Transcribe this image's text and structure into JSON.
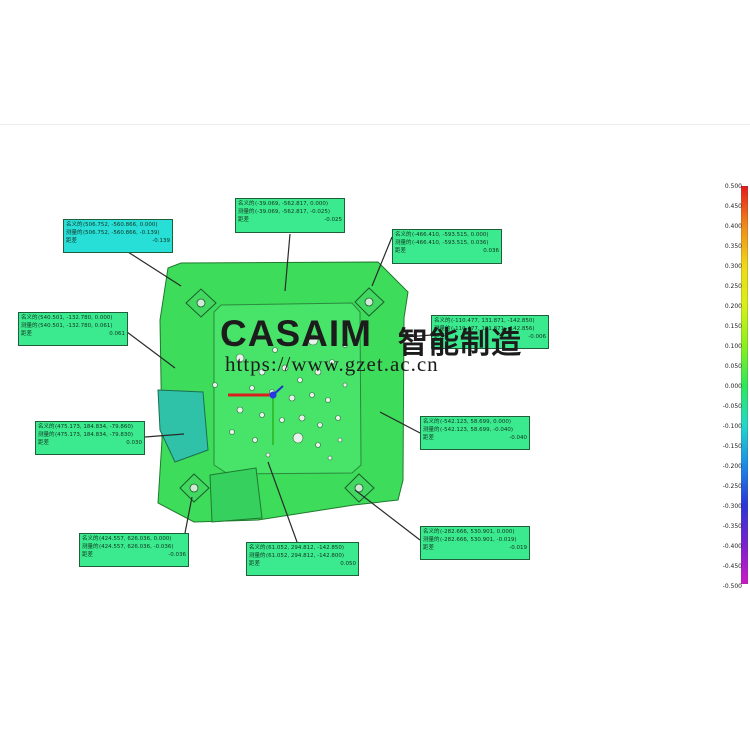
{
  "watermark": {
    "brand": "CASAIM",
    "cn": "智能制造",
    "url": "https://www.gzet.ac.cn"
  },
  "labels": {
    "nominal": "名义的",
    "measured": "测量的",
    "deviation": "距差"
  },
  "callouts": [
    {
      "nominal": "(506.752, -560.866, 0.000)",
      "measured": "(506.752, -560.866, -0.139)",
      "deviation": "-0.139"
    },
    {
      "nominal": "(-39.069, -562.817, 0.000)",
      "measured": "(-39.069, -562.817, -0.025)",
      "deviation": "-0.025"
    },
    {
      "nominal": "(-466.410, -593.515, 0.000)",
      "measured": "(-466.410, -593.515, 0.036)",
      "deviation": "0.036"
    },
    {
      "nominal": "(540.501, -132.780, 0.000)",
      "measured": "(540.501, -132.780, 0.061)",
      "deviation": "0.061"
    },
    {
      "nominal": "(-110.477, 131.871, -142.850)",
      "measured": "(-110.477, 131.871, -142.856)",
      "deviation": "-0.006"
    },
    {
      "nominal": "(475.173, 184.834, -79.860)",
      "measured": "(475.173, 184.834, -79.830)",
      "deviation": "0.030"
    },
    {
      "nominal": "(-542.123, 58.699, 0.000)",
      "measured": "(-542.123, 58.699, -0.040)",
      "deviation": "-0.040"
    },
    {
      "nominal": "(424.557, 626.036, 0.000)",
      "measured": "(424.557, 626.036, -0.036)",
      "deviation": "-0.036"
    },
    {
      "nominal": "(61.052, 294.812, -142.850)",
      "measured": "(61.052, 294.812, -142.800)",
      "deviation": "0.050"
    },
    {
      "nominal": "(-282.666, 530.901, 0.000)",
      "measured": "(-282.666, 530.901, -0.019)",
      "deviation": "-0.019"
    }
  ],
  "colorbar": {
    "ticks": [
      "0.500",
      "0.450",
      "0.400",
      "0.350",
      "0.300",
      "0.250",
      "0.200",
      "0.150",
      "0.100",
      "0.050",
      "0.000",
      "-0.050",
      "-0.100",
      "-0.150",
      "-0.200",
      "-0.250",
      "-0.300",
      "-0.350",
      "-0.400",
      "-0.450",
      "-0.500"
    ],
    "colors": [
      "#e8171b",
      "#f08a18",
      "#f0d818",
      "#d8f018",
      "#8cf01c",
      "#2ee85a",
      "#22d8c8",
      "#1a8ce8",
      "#2a36d8",
      "#7a20d0",
      "#d018c8"
    ]
  }
}
